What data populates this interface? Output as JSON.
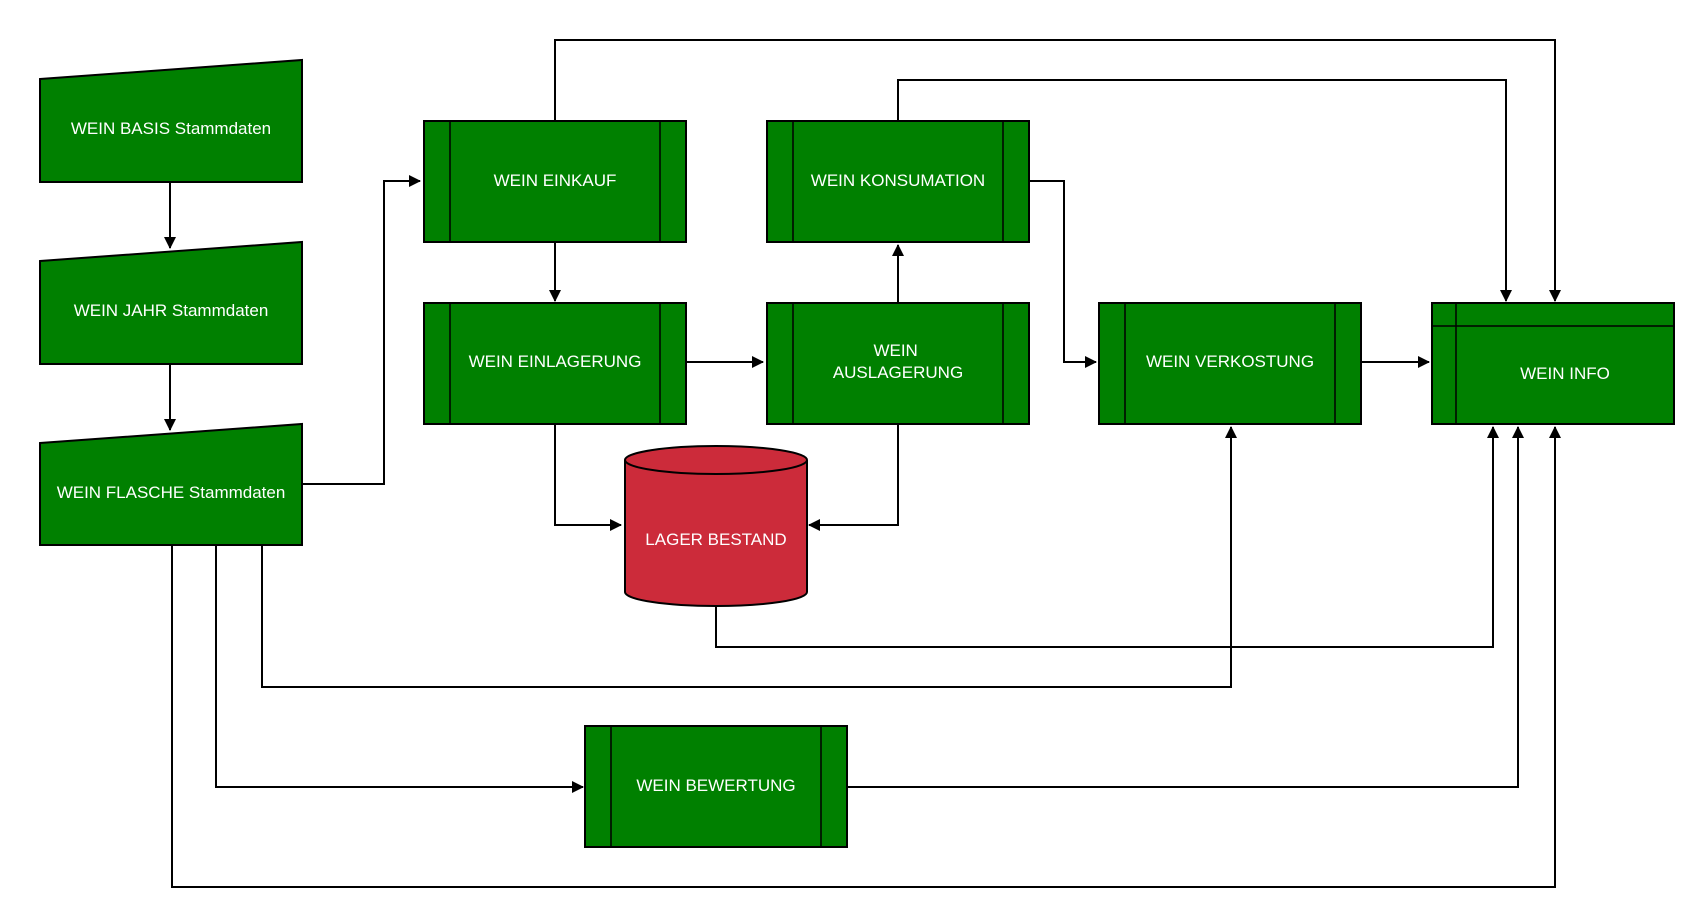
{
  "colors": {
    "process_fill": "#008000",
    "storage_fill": "#cc2b3a",
    "line": "#000000",
    "label": "#ffffff"
  },
  "nodes": {
    "basis": {
      "lines": [
        "WEIN BASIS Stammdaten"
      ]
    },
    "jahr": {
      "lines": [
        "WEIN JAHR Stammdaten"
      ]
    },
    "flasche": {
      "lines": [
        "WEIN FLASCHE Stammdaten"
      ]
    },
    "einkauf": {
      "lines": [
        "WEIN EINKAUF"
      ]
    },
    "konsumation": {
      "lines": [
        "WEIN KONSUMATION"
      ]
    },
    "einlagerung": {
      "lines": [
        "WEIN EINLAGERUNG"
      ]
    },
    "auslagerung": {
      "lines": [
        "WEIN",
        "AUSLAGERUNG"
      ]
    },
    "verkostung": {
      "lines": [
        "WEIN VERKOSTUNG"
      ]
    },
    "info": {
      "lines": [
        "WEIN INFO"
      ]
    },
    "lager": {
      "lines": [
        "LAGER BESTAND"
      ]
    },
    "bewertung": {
      "lines": [
        "WEIN BEWERTUNG"
      ]
    }
  }
}
